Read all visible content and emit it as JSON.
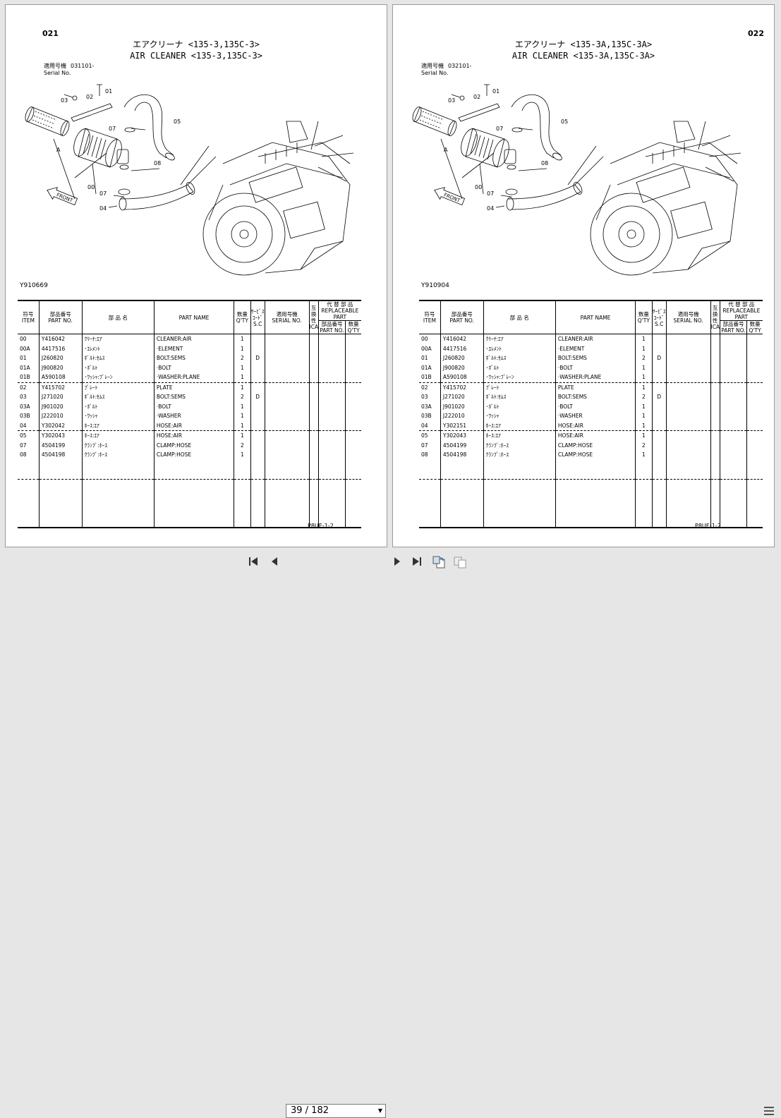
{
  "left_page": {
    "page_number": "021",
    "title_jp": "エアクリーナ <135-3,135C-3>",
    "title_en": "AIR CLEANER <135-3,135C-3>",
    "serial_label_jp": "適用号機",
    "serial_label_en": "Serial No.",
    "serial_value": "031101-",
    "illustration_code": "Y910669",
    "footer_code": "P8UE-1-2"
  },
  "right_page": {
    "page_number": "022",
    "title_jp": "エアクリーナ <135-3A,135C-3A>",
    "title_en": "AIR CLEANER <135-3A,135C-3A>",
    "serial_label_jp": "適用号機",
    "serial_label_en": "Serial No.",
    "serial_value": "032101-",
    "illustration_code": "Y910904",
    "footer_code": "P8UE-1-2"
  },
  "callouts": [
    "01",
    "02",
    "03",
    "05",
    "07",
    "08",
    "07",
    "04",
    "00",
    "A"
  ],
  "front_label": "FRONT",
  "table_headers": {
    "item_jp": "符号",
    "item_en": "ITEM",
    "partno_jp": "部品番号",
    "partno_en": "PART NO.",
    "name_jp": "部 品 名",
    "name_en": "PART NAME",
    "qty_jp": "数量",
    "qty_en": "Q'TY",
    "sc_jp": "ｻｰﾋﾞｽｺｰﾄﾞ",
    "sc_en": "S.C",
    "serial_jp": "適用号機",
    "serial_en": "SERIAL NO.",
    "ica_jp": "互換性",
    "ica_en": "ICA",
    "rp_jp": "代 替 部 品",
    "rp_en": "REPLACEABLE PART",
    "rp_partno_jp": "部品番号",
    "rp_partno_en": "PART NO.",
    "rp_qty_jp": "数量",
    "rp_qty_en": "Q'TY"
  },
  "left_rows": [
    {
      "item": "00",
      "part": "Y416042",
      "jp": "ｸﾘｰﾅ:ｴｱ",
      "en": "CLEANER:AIR",
      "qty": "1",
      "sc": "",
      "sep": false
    },
    {
      "item": "00A",
      "part": "4417516",
      "jp": "･ｴﾚﾒﾝﾄ",
      "en": "·ELEMENT",
      "qty": "1",
      "sc": "",
      "sep": false
    },
    {
      "item": "01",
      "part": "J260820",
      "jp": "ﾎﾞﾙﾄ:ｾﾑｽ",
      "en": "BOLT:SEMS",
      "qty": "2",
      "sc": "D",
      "sep": false
    },
    {
      "item": "01A",
      "part": "J900820",
      "jp": "･ﾎﾞﾙﾄ",
      "en": "·BOLT",
      "qty": "1",
      "sc": "",
      "sep": false
    },
    {
      "item": "01B",
      "part": "A590108",
      "jp": "･ﾜｯｼｬ:ﾌﾟﾚｰﾝ",
      "en": "·WASHER:PLANE",
      "qty": "1",
      "sc": "",
      "sep": false
    },
    {
      "item": "02",
      "part": "Y415702",
      "jp": "ﾌﾟﾚｰﾄ",
      "en": "PLATE",
      "qty": "1",
      "sc": "",
      "sep": true
    },
    {
      "item": "03",
      "part": "J271020",
      "jp": "ﾎﾞﾙﾄ:ｾﾑｽ",
      "en": "BOLT:SEMS",
      "qty": "2",
      "sc": "D",
      "sep": false
    },
    {
      "item": "03A",
      "part": "J901020",
      "jp": "･ﾎﾞﾙﾄ",
      "en": "·BOLT",
      "qty": "1",
      "sc": "",
      "sep": false
    },
    {
      "item": "03B",
      "part": "J222010",
      "jp": "･ﾜｯｼｬ",
      "en": "·WASHER",
      "qty": "1",
      "sc": "",
      "sep": false
    },
    {
      "item": "04",
      "part": "Y302042",
      "jp": "ﾎｰｽ:ｴｱ",
      "en": "HOSE:AIR",
      "qty": "1",
      "sc": "",
      "sep": false
    },
    {
      "item": "05",
      "part": "Y302043",
      "jp": "ﾎｰｽ:ｴｱ",
      "en": "HOSE:AIR",
      "qty": "1",
      "sc": "",
      "sep": true
    },
    {
      "item": "07",
      "part": "4504199",
      "jp": "ｸﾗﾝﾌﾟ:ﾎｰｽ",
      "en": "CLAMP:HOSE",
      "qty": "2",
      "sc": "",
      "sep": false
    },
    {
      "item": "08",
      "part": "4504198",
      "jp": "ｸﾗﾝﾌﾟ:ﾎｰｽ",
      "en": "CLAMP:HOSE",
      "qty": "1",
      "sc": "",
      "sep": false
    }
  ],
  "right_rows": [
    {
      "item": "00",
      "part": "Y416042",
      "jp": "ｸﾘｰﾅ:ｴｱ",
      "en": "CLEANER:AIR",
      "qty": "1",
      "sc": "",
      "sep": false
    },
    {
      "item": "00A",
      "part": "4417516",
      "jp": "･ｴﾚﾒﾝﾄ",
      "en": "·ELEMENT",
      "qty": "1",
      "sc": "",
      "sep": false
    },
    {
      "item": "01",
      "part": "J260820",
      "jp": "ﾎﾞﾙﾄ:ｾﾑｽ",
      "en": "BOLT:SEMS",
      "qty": "2",
      "sc": "D",
      "sep": false
    },
    {
      "item": "01A",
      "part": "J900820",
      "jp": "･ﾎﾞﾙﾄ",
      "en": "·BOLT",
      "qty": "1",
      "sc": "",
      "sep": false
    },
    {
      "item": "01B",
      "part": "A590108",
      "jp": "･ﾜｯｼｬ:ﾌﾟﾚｰﾝ",
      "en": "·WASHER:PLANE",
      "qty": "1",
      "sc": "",
      "sep": false
    },
    {
      "item": "02",
      "part": "Y415702",
      "jp": "ﾌﾟﾚｰﾄ",
      "en": "PLATE",
      "qty": "1",
      "sc": "",
      "sep": true
    },
    {
      "item": "03",
      "part": "J271020",
      "jp": "ﾎﾞﾙﾄ:ｾﾑｽ",
      "en": "BOLT:SEMS",
      "qty": "2",
      "sc": "D",
      "sep": false
    },
    {
      "item": "03A",
      "part": "J901020",
      "jp": "･ﾎﾞﾙﾄ",
      "en": "·BOLT",
      "qty": "1",
      "sc": "",
      "sep": false
    },
    {
      "item": "03B",
      "part": "J222010",
      "jp": "･ﾜｯｼｬ",
      "en": "·WASHER",
      "qty": "1",
      "sc": "",
      "sep": false
    },
    {
      "item": "04",
      "part": "Y302151",
      "jp": "ﾎｰｽ:ｴｱ",
      "en": "HOSE:AIR",
      "qty": "1",
      "sc": "",
      "sep": false
    },
    {
      "item": "05",
      "part": "Y302043",
      "jp": "ﾎｰｽ:ｴｱ",
      "en": "HOSE:AIR",
      "qty": "1",
      "sc": "",
      "sep": true
    },
    {
      "item": "07",
      "part": "4504199",
      "jp": "ｸﾗﾝﾌﾟ:ﾎｰｽ",
      "en": "CLAMP:HOSE",
      "qty": "2",
      "sc": "",
      "sep": false
    },
    {
      "item": "08",
      "part": "4504198",
      "jp": "ｸﾗﾝﾌﾟ:ﾎｰｽ",
      "en": "CLAMP:HOSE",
      "qty": "1",
      "sc": "",
      "sep": false
    }
  ],
  "toolbar": {
    "current_page": "39",
    "total_pages": "182",
    "page_display": "39 / 182",
    "icons": [
      "first-page-icon",
      "prev-page-icon",
      "next-page-icon",
      "last-page-icon",
      "rotate-view-icon",
      "two-page-view-icon",
      "menu-icon"
    ]
  }
}
